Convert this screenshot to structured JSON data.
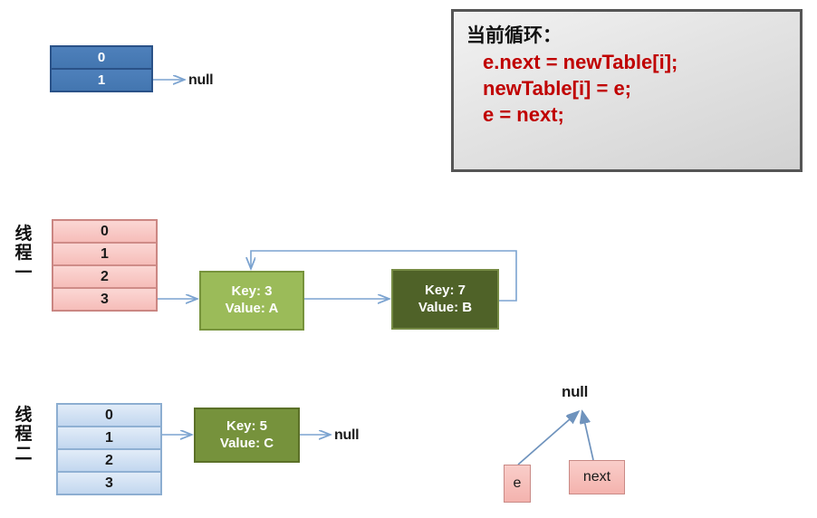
{
  "callout": {
    "title": "当前循环：",
    "lines": [
      "e.next = newTable[i];",
      "newTable[i] = e;",
      "e = next;"
    ],
    "text_color": "#c00000",
    "border_color": "#555555"
  },
  "top_table": {
    "rows": [
      "0",
      "1"
    ],
    "fill_color": "#4a7ebb",
    "border_color": "#2a5288",
    "text_color": "#ffffff",
    "null_label": "null"
  },
  "thread_one": {
    "label": "线程一",
    "table": {
      "rows": [
        "0",
        "1",
        "2",
        "3"
      ],
      "fill_color": "#f8cdc9",
      "border_color": "#c67f7b"
    },
    "nodes": [
      {
        "key_line": "Key: 3",
        "value_line": "Value: A",
        "fill_color": "#9bbb59",
        "border_color": "#77933c"
      },
      {
        "key_line": "Key: 7",
        "value_line": "Value: B",
        "fill_color": "#4f6228",
        "border_color": "#768b45"
      }
    ]
  },
  "thread_two": {
    "label": "线程二",
    "table": {
      "rows": [
        "0",
        "1",
        "2",
        "3"
      ],
      "fill_color": "#cfe0f3",
      "border_color": "#8aaccf"
    },
    "node": {
      "key_line": "Key: 5",
      "value_line": "Value: C",
      "fill_color": "#76923c",
      "border_color": "#5b7028"
    },
    "null_label": "null"
  },
  "pointers": {
    "null_label": "null",
    "e_label": "e",
    "next_label": "next",
    "box_fill": "#f6bdb9",
    "box_border": "#c98a86"
  },
  "arrow_color": "#7ba3d0"
}
